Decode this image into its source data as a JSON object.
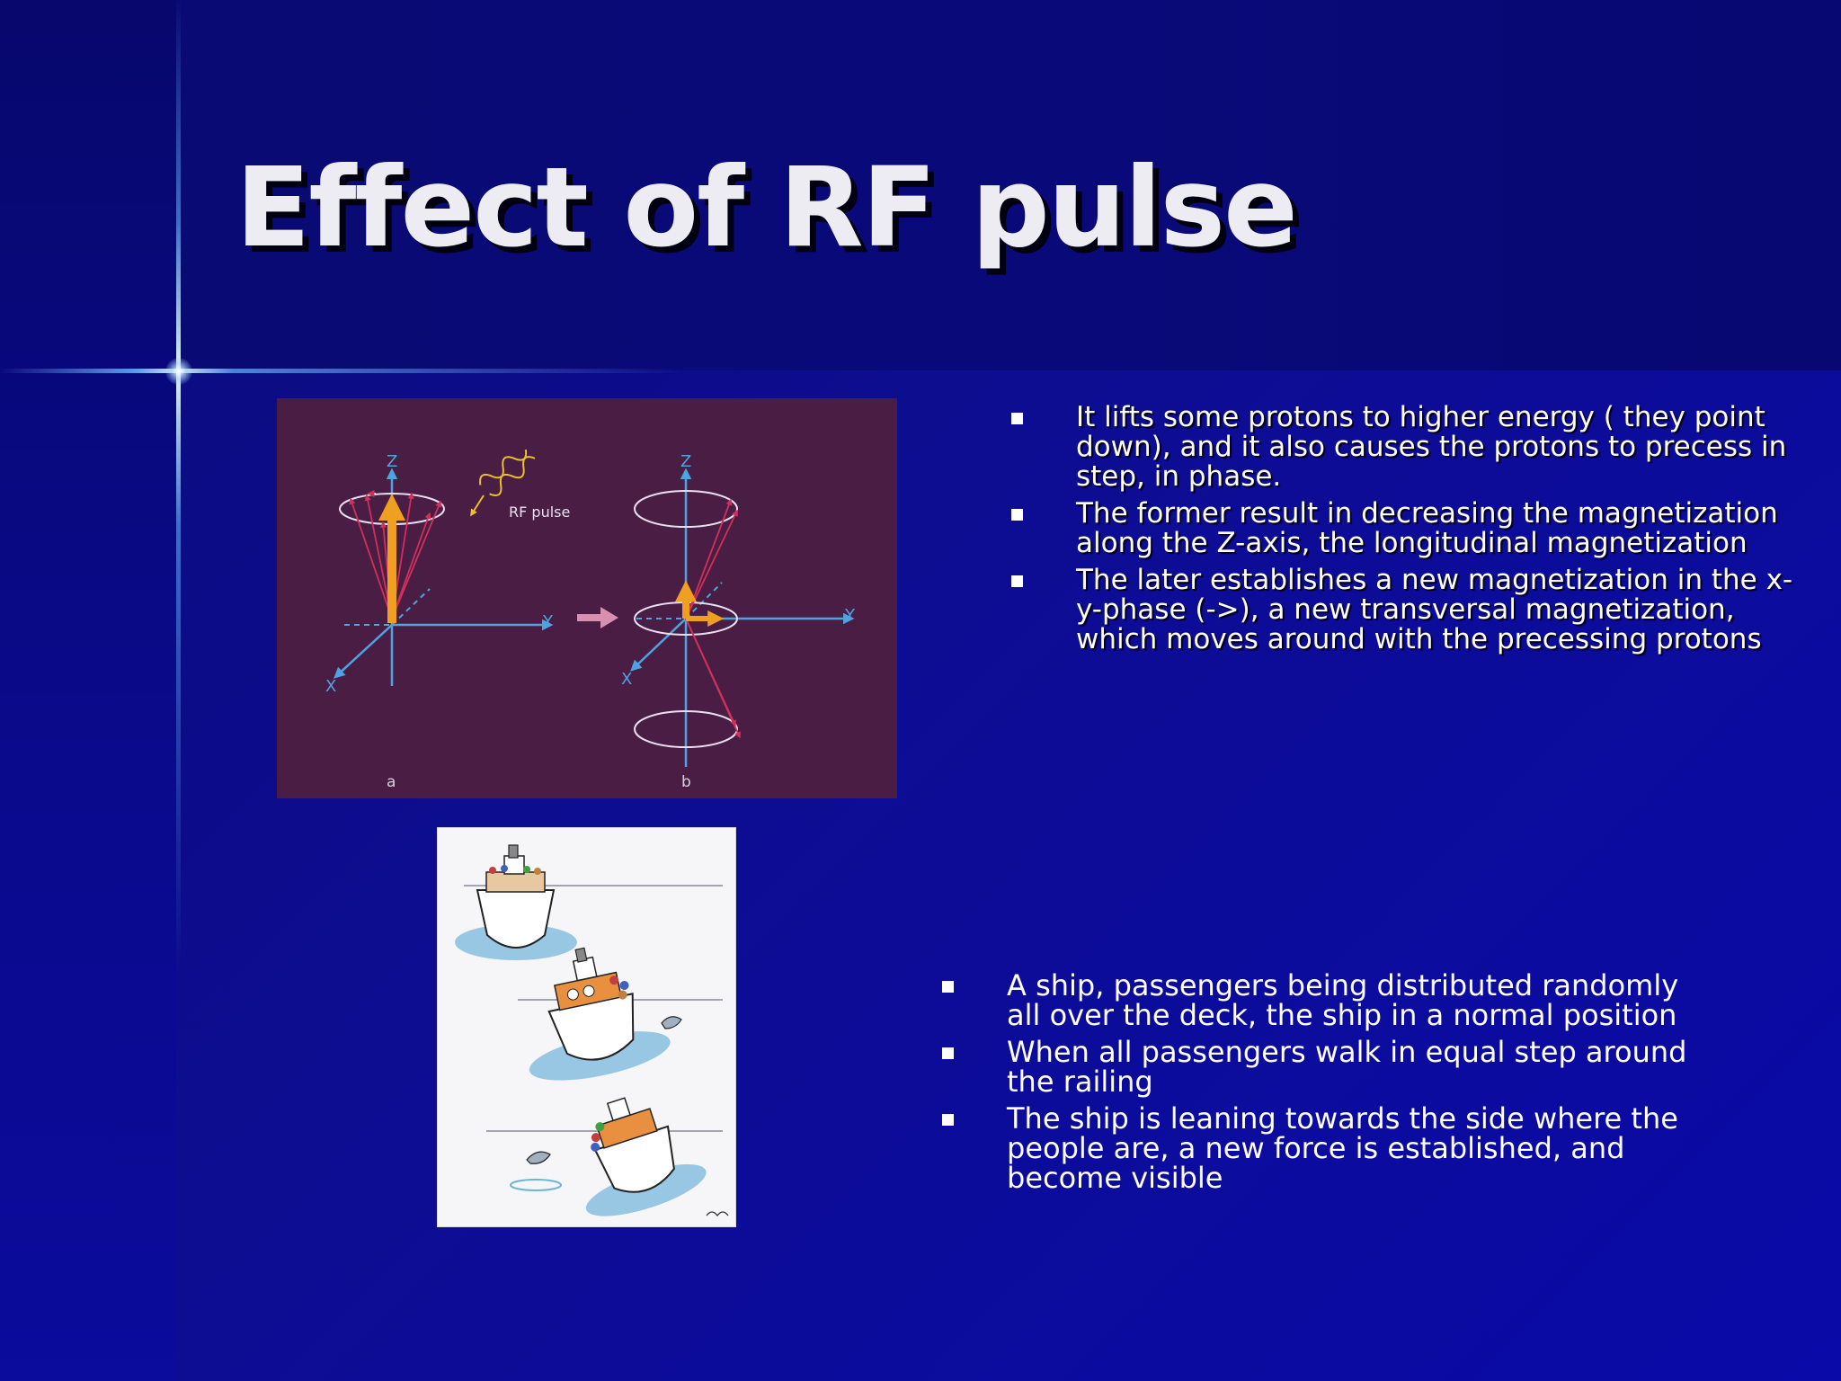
{
  "slide": {
    "title": "Effect of RF pulse",
    "colors": {
      "background": "#0c0c8a",
      "title_text": "#ececf2",
      "body_text": "#ffffff",
      "figure_background": "#4a1e44",
      "axis": "#4fa3e0",
      "magnetization_arrow": "#f0a020",
      "spin_vectors": "#d0305a"
    }
  },
  "figure_mri": {
    "pulse_label": "RF pulse",
    "panel_a_label": "a",
    "panel_b_label": "b",
    "axis_z": "Z",
    "axis_y": "Y",
    "axis_x": "X"
  },
  "figure_ship": {
    "icon": "cartoon-ships-icon"
  },
  "top_bullets": [
    "It lifts some protons to higher energy ( they point down), and it also causes the protons to precess in step, in phase.",
    "The former result in decreasing the magnetization along the Z-axis, the longitudinal magnetization",
    "The later establishes a new magnetization in the x-y-phase (->), a new transversal magnetization, which moves around with the precessing protons"
  ],
  "bottom_bullets": [
    "A ship, passengers being distributed randomly all over the deck, the ship in a normal position",
    "When all passengers walk in equal step around the railing",
    "The ship is leaning towards the side where the people are, a new force is established, and become visible"
  ]
}
